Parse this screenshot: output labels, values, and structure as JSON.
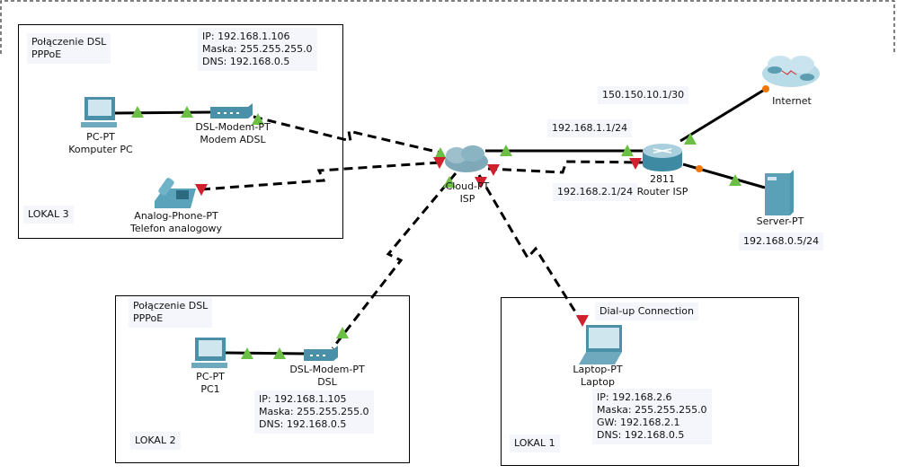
{
  "areas": {
    "lokal3": "LOKAL 3",
    "lokal2": "LOKAL 2",
    "lokal1": "LOKAL 1"
  },
  "notes": {
    "l3_conn": "Połączenie DSL\nPPPoE",
    "l3_ip": "IP: 192.168.1.106\nMaska: 255.255.255.0\nDNS: 192.168.0.5",
    "l2_conn": "Połączenie DSL\nPPPoE",
    "l2_ip": "IP: 192.168.1.105\nMaska: 255.255.255.0\nDNS: 192.168.0.5",
    "l1_conn": "Dial-up Connection",
    "l1_ip": "IP: 192.168.2.6\nMaska: 255.255.255.0\nGW: 192.168.2.1\nDNS: 192.168.0.5",
    "wan": "150.150.10.1/30",
    "lan1": "192.168.1.1/24",
    "lan2": "192.168.2.1/24",
    "dns": "192.168.0.5/24"
  },
  "devices": {
    "pc3": [
      "PC-PT",
      "Komputer PC"
    ],
    "modem3": [
      "DSL-Modem-PT",
      "Modem ADSL"
    ],
    "phone": [
      "Analog-Phone-PT",
      "Telefon analogowy"
    ],
    "cloud": [
      "Cloud-PT",
      "ISP"
    ],
    "router": [
      "2811",
      "Router ISP"
    ],
    "internet": [
      "Internet"
    ],
    "server": [
      "Server-PT"
    ],
    "pc2": [
      "PC-PT",
      "PC1"
    ],
    "modem2": [
      "DSL-Modem-PT",
      "DSL"
    ],
    "laptop": [
      "Laptop-PT",
      "Laptop"
    ]
  },
  "colors": {
    "link_up": "#6cbf45",
    "link_down": "#d0202e",
    "link_pending": "#f07800",
    "device": "#4a90a8",
    "note_bg": "#f4f6fc"
  }
}
